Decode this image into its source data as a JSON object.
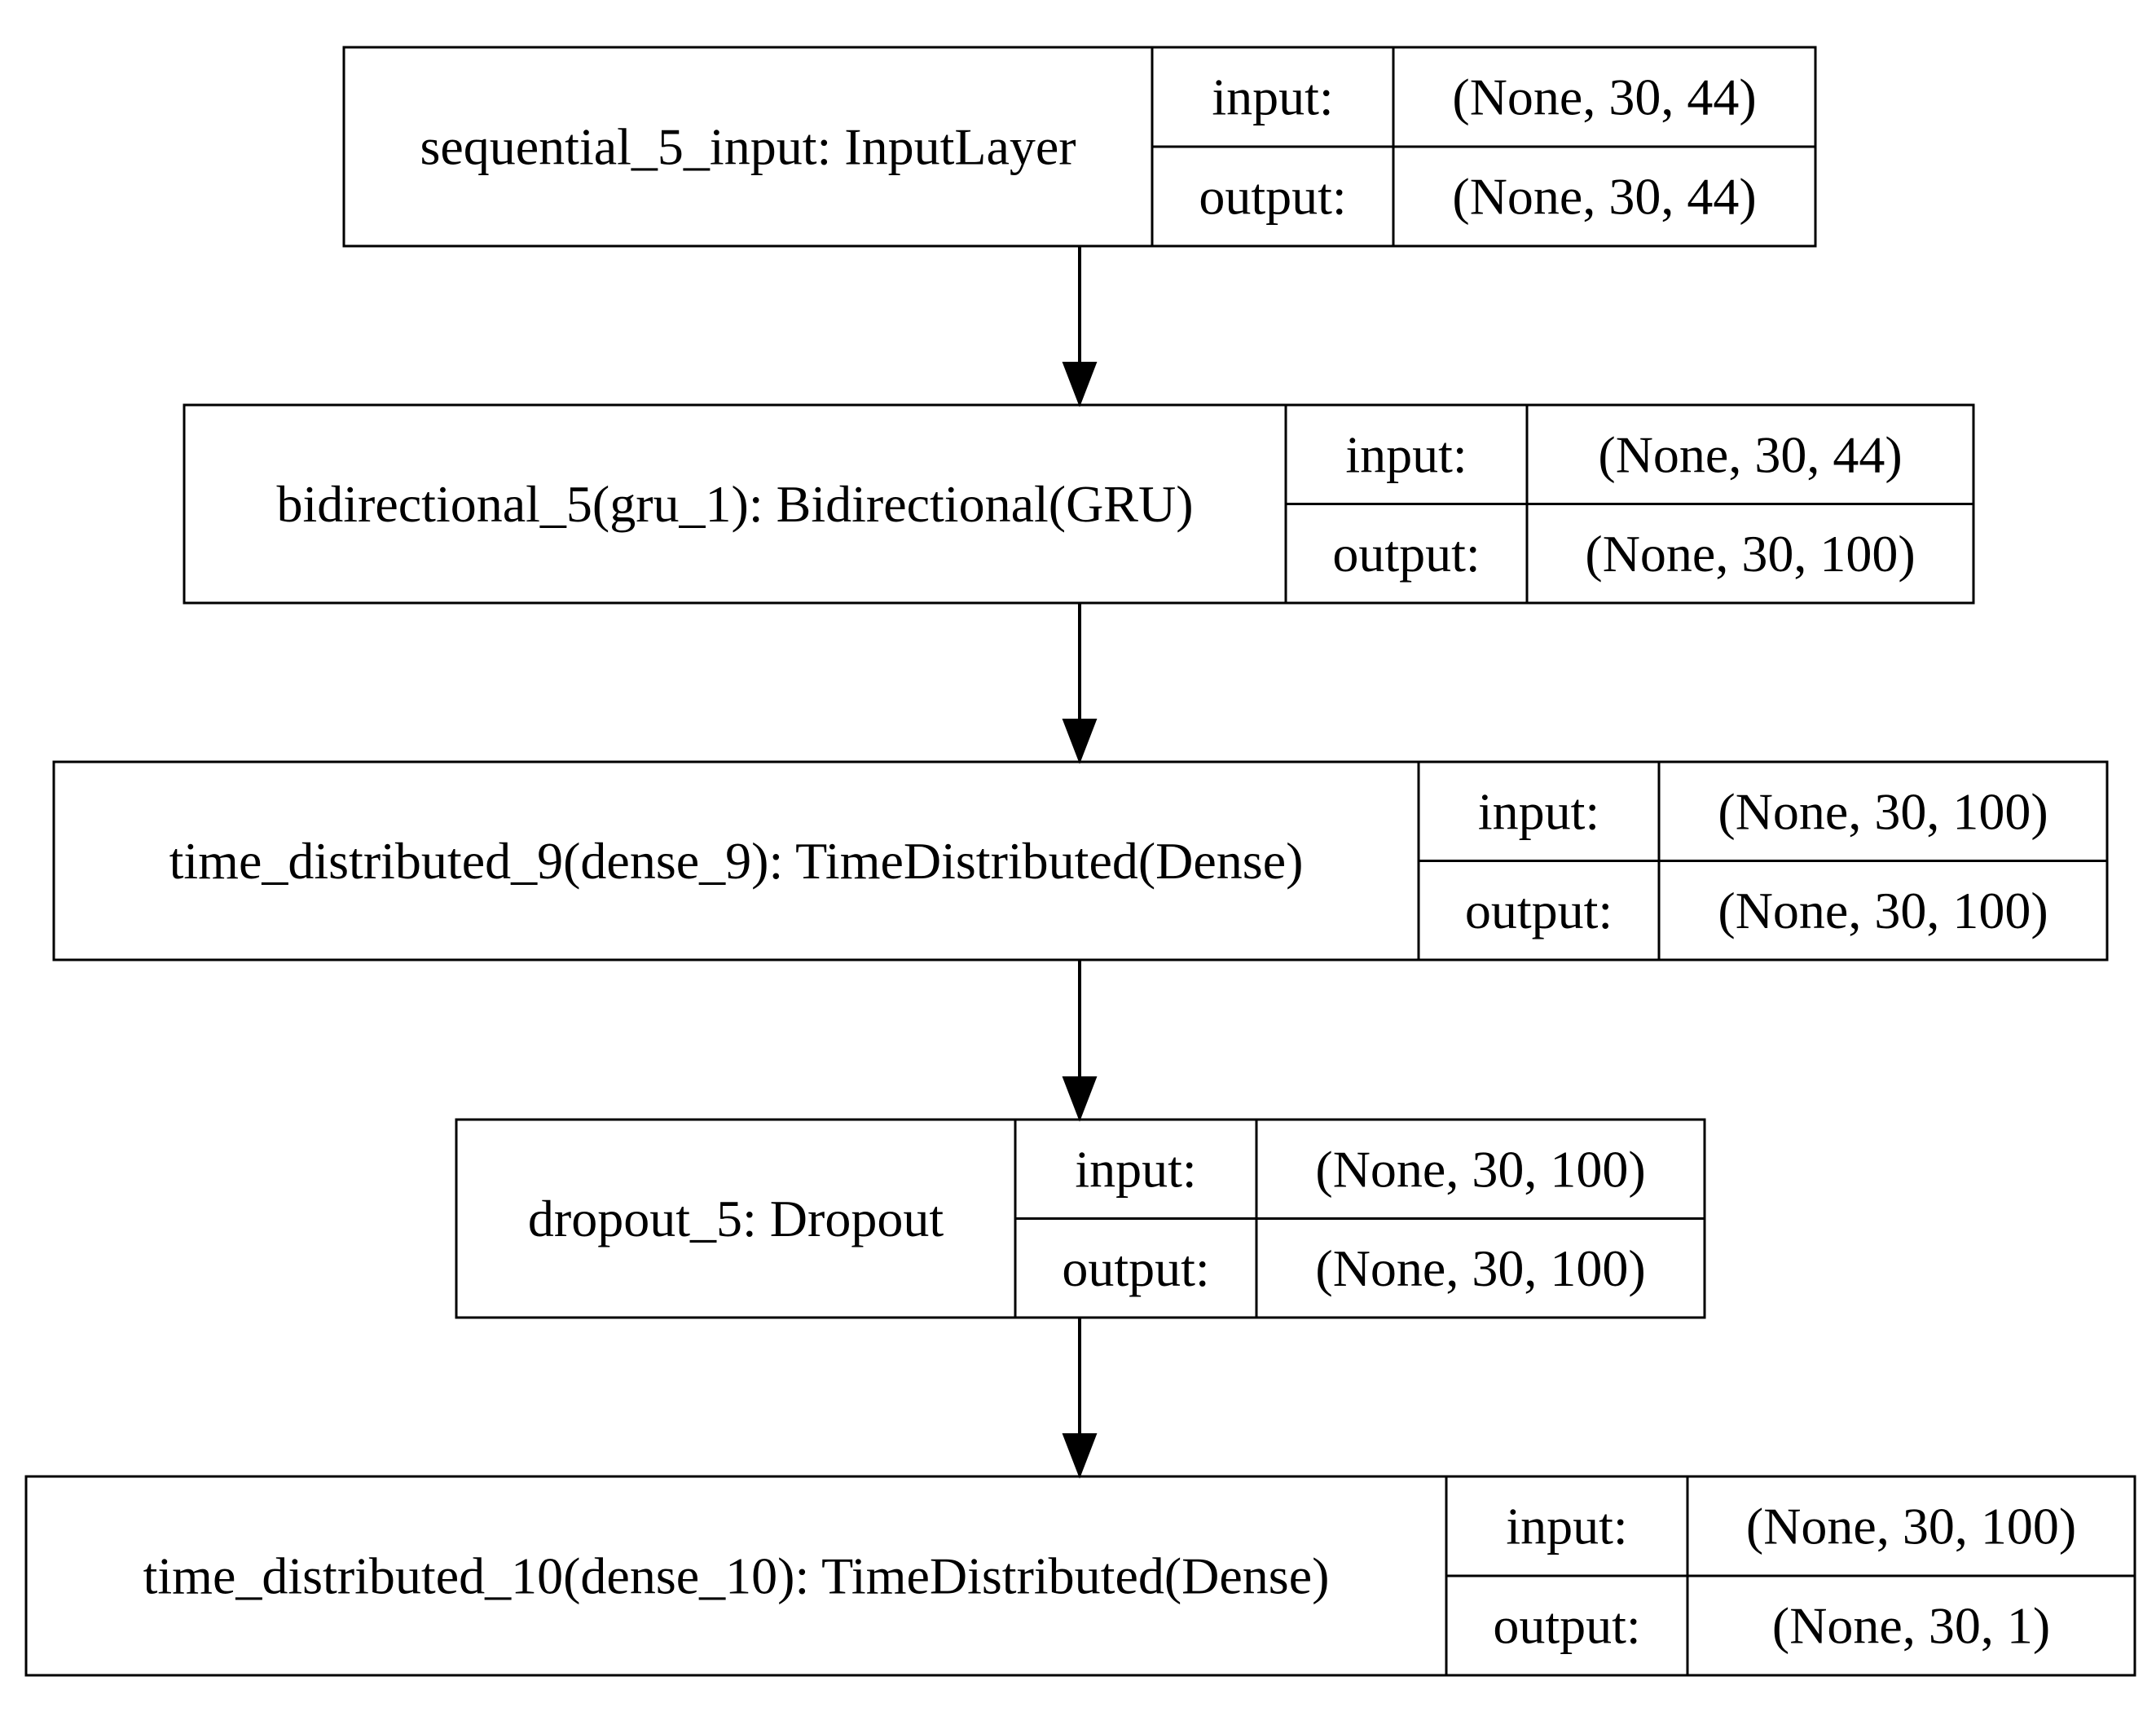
{
  "nodes": [
    {
      "label": "sequential_5_input: InputLayer",
      "input_label": "input:",
      "output_label": "output:",
      "input_shape": "(None, 30, 44)",
      "output_shape": "(None, 30, 44)"
    },
    {
      "label": "bidirectional_5(gru_1): Bidirectional(GRU)",
      "input_label": "input:",
      "output_label": "output:",
      "input_shape": "(None, 30, 44)",
      "output_shape": "(None, 30, 100)"
    },
    {
      "label": "time_distributed_9(dense_9): TimeDistributed(Dense)",
      "input_label": "input:",
      "output_label": "output:",
      "input_shape": "(None, 30, 100)",
      "output_shape": "(None, 30, 100)"
    },
    {
      "label": "dropout_5: Dropout",
      "input_label": "input:",
      "output_label": "output:",
      "input_shape": "(None, 30, 100)",
      "output_shape": "(None, 30, 100)"
    },
    {
      "label": "time_distributed_10(dense_10): TimeDistributed(Dense)",
      "input_label": "input:",
      "output_label": "output:",
      "input_shape": "(None, 30, 100)",
      "output_shape": "(None, 30, 1)"
    }
  ],
  "edges": [
    {
      "from": 0,
      "to": 1
    },
    {
      "from": 1,
      "to": 2
    },
    {
      "from": 2,
      "to": 3
    },
    {
      "from": 3,
      "to": 4
    }
  ],
  "colors": {
    "stroke": "#000000",
    "text": "#000000",
    "background": "#ffffff"
  }
}
